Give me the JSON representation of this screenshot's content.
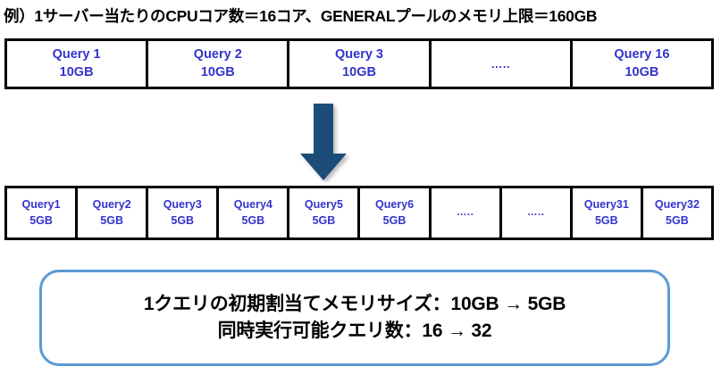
{
  "title": "例）1サーバー当たりのCPUコア数＝16コア、GENERALプールのメモリ上限＝160GB",
  "colors": {
    "query_text": "#3333CC",
    "box_border": "#000000",
    "arrow": "#1F4E79",
    "summary_border": "#5B9BD5",
    "title_text": "#000000"
  },
  "row_before": {
    "label": "initial-allocation-16-queries",
    "cells": [
      {
        "name": "Query 1",
        "size": "10GB"
      },
      {
        "name": "Query 2",
        "size": "10GB"
      },
      {
        "name": "Query 3",
        "size": "10GB"
      },
      {
        "name": "…..",
        "size": ""
      },
      {
        "name": "Query 16",
        "size": "10GB"
      }
    ]
  },
  "arrow": {
    "icon": "down-arrow-icon",
    "direction": "down"
  },
  "row_after": {
    "label": "tuned-allocation-32-queries",
    "cells": [
      {
        "name": "Query1",
        "size": "5GB"
      },
      {
        "name": "Query2",
        "size": "5GB"
      },
      {
        "name": "Query3",
        "size": "5GB"
      },
      {
        "name": "Query4",
        "size": "5GB"
      },
      {
        "name": "Query5",
        "size": "5GB"
      },
      {
        "name": "Query6",
        "size": "5GB"
      },
      {
        "name": "…..",
        "size": ""
      },
      {
        "name": "…..",
        "size": ""
      },
      {
        "name": "Query31",
        "size": "5GB"
      },
      {
        "name": "Query32",
        "size": "5GB"
      }
    ]
  },
  "summary": {
    "line1": "1クエリの初期割当てメモリサイズ：10GB → 5GB",
    "line2": "同時実行可能クエリ数：16 → 32"
  }
}
